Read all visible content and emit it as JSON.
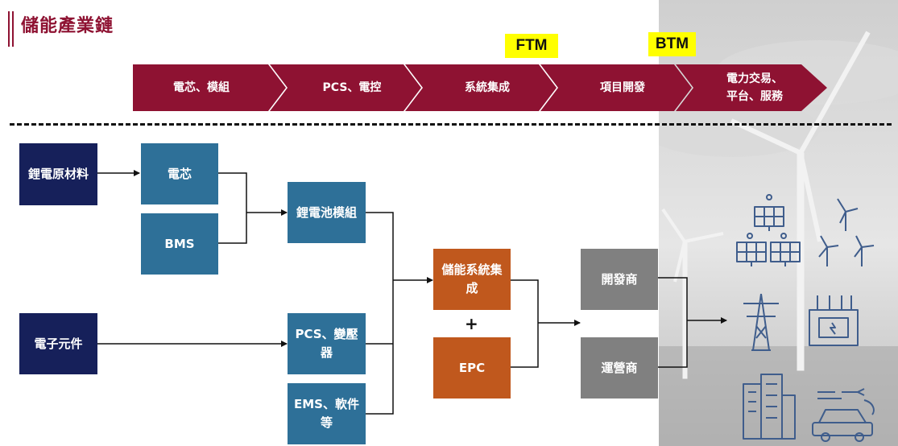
{
  "title": "儲能產業鏈",
  "tags": {
    "ftm": "FTM",
    "btm": "BTM"
  },
  "chain": [
    {
      "lines": [
        "電芯、模組"
      ]
    },
    {
      "lines": [
        "PCS、電控"
      ]
    },
    {
      "lines": [
        "系統集成"
      ]
    },
    {
      "lines": [
        "項目開發"
      ]
    },
    {
      "lines": [
        "電力交易、",
        "平台、服務"
      ]
    }
  ],
  "boxes": {
    "lithium_material": "鋰電原材料",
    "cell": "電芯",
    "bms": "BMS",
    "battery_module": "鋰電池模組",
    "electronic_parts": "電子元件",
    "pcs_transformer": "PCS、變壓器",
    "ems_software": "EMS、軟件等",
    "system_integration": "儲能系統集成",
    "epc": "EPC",
    "developer": "開發商",
    "operator": "運營商"
  },
  "plus_sign": "+",
  "colors": {
    "brand": "#8e1232",
    "navy": "#16205a",
    "teal": "#2e7098",
    "orange": "#c0581d",
    "gray": "#808080",
    "highlight": "#ffff00",
    "icon": "#3f5d8c"
  },
  "end_icons": [
    "solar-panels-icon",
    "wind-turbines-icon",
    "transmission-tower-icon",
    "transformer-icon",
    "buildings-icon",
    "electric-vehicle-icon"
  ]
}
